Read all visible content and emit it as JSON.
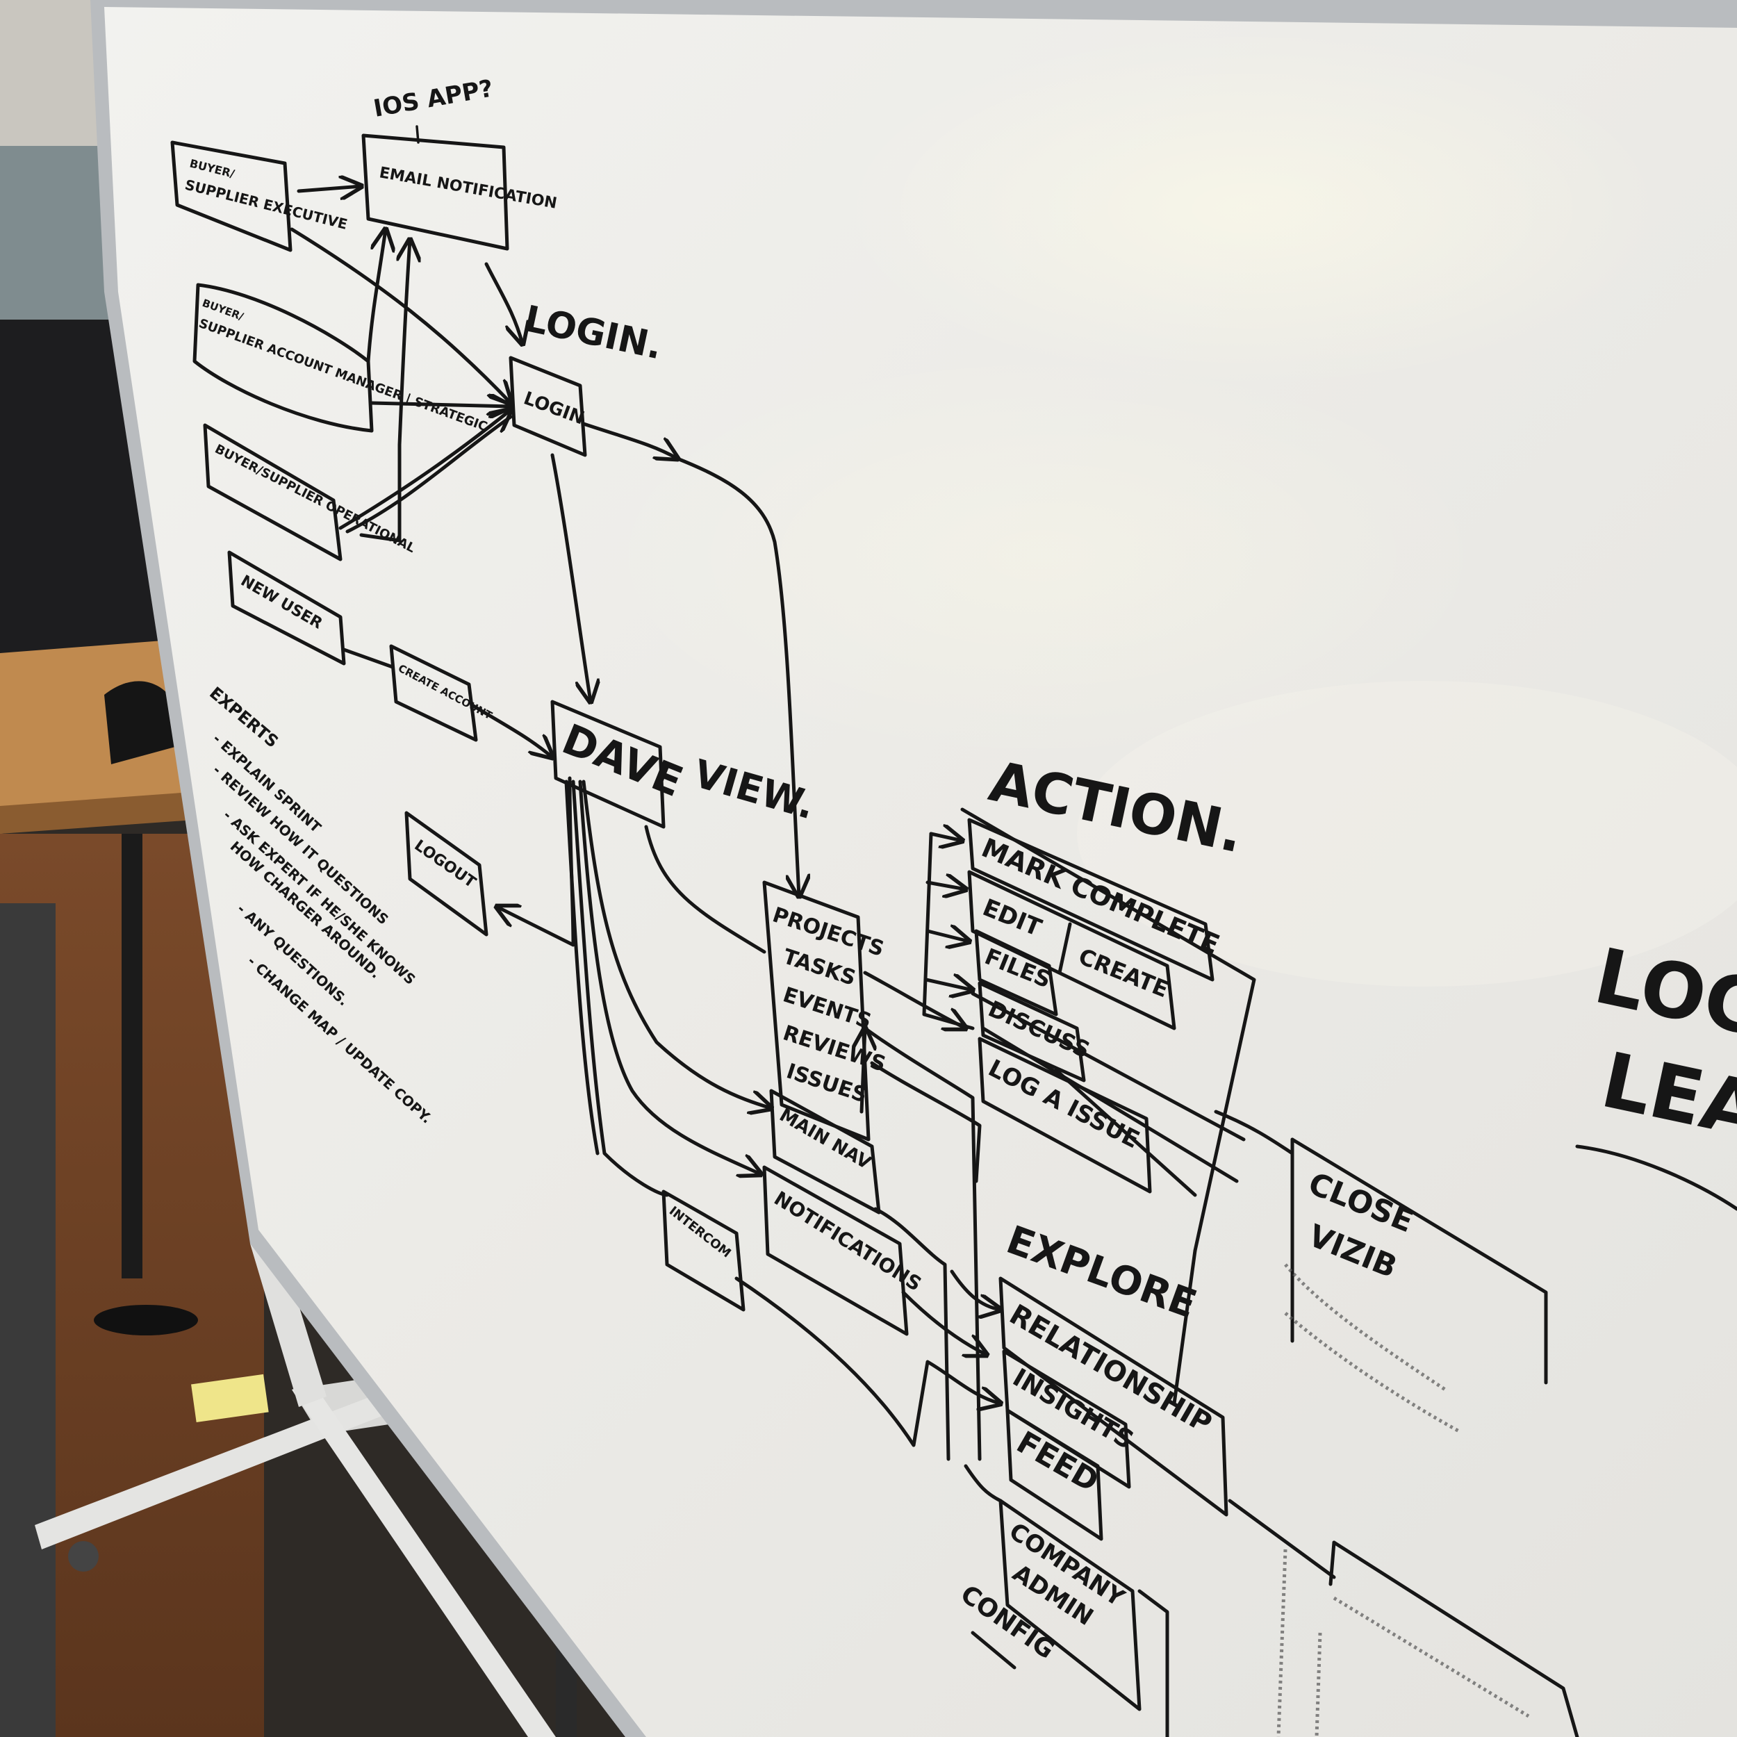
{
  "whiteboard": {
    "top_note": "IOS APP?",
    "login_heading": "LOGIN.",
    "view_heading": "VIEW.",
    "action_heading": "ACTION.",
    "right_edge_heading_1": "LOG",
    "right_edge_heading_2": "LEA",
    "boxes": {
      "buyer_executive_1": "BUYER/",
      "buyer_executive_2": "SUPPLIER EXECUTIVE",
      "email_notification": "EMAIL NOTIFICATION",
      "account_manager_1": "BUYER/",
      "account_manager_2": "SUPPLIER ACCOUNT MANAGER | STRATEGIC",
      "operational": "BUYER/SUPPLIER OPERATIONAL",
      "new_user": "NEW USER",
      "create_account": "CREATE ACCOUNT",
      "login": "LOGIN",
      "dave": "DAVE",
      "logout": "LOGOUT",
      "main_nav": "MAIN NAV",
      "intercom": "INTERCOM",
      "notifications": "NOTIFICATIONS",
      "view_items": [
        "PROJECTS",
        "TASKS",
        "EVENTS",
        "REVIEWS",
        "ISSUES"
      ],
      "mark_complete": "MARK COMPLETE",
      "edit": "EDIT",
      "create": "CREATE",
      "files": "FILES",
      "discuss": "DISCUSS",
      "log_a_issue": "LOG A ISSUE",
      "close_1": "CLOSE",
      "close_2": "VIZIB",
      "explore_heading": "EXPLORE",
      "relationship": "RELATIONSHIP",
      "insights": "INSIGHTS",
      "feed": "FEED",
      "company_admin_1": "COMPANY",
      "company_admin_2": "ADMIN",
      "config": "CONFIG"
    },
    "experts": {
      "heading": "EXPERTS",
      "items": [
        "- EXPLAIN SPRINT",
        "- REVIEW HOW IT QUESTIONS",
        "- ASK EXPERT IF HE/SHE KNOWS",
        "  HOW CHARGER AROUND.",
        "- ANY QUESTIONS.",
        "- CHANGE MAP / UPDATE COPY."
      ]
    }
  }
}
